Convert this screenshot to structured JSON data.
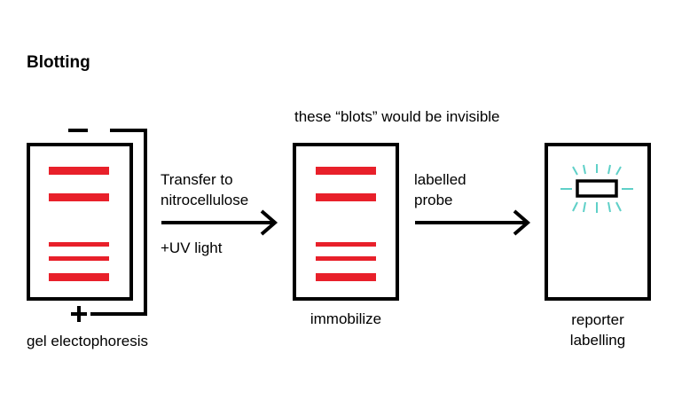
{
  "title": "Blotting",
  "note": "these “blots” would be invisible",
  "electrode_minus": "−",
  "electrode_plus": "+",
  "step1": {
    "label": "gel electophoresis"
  },
  "transfer": {
    "line1": "Transfer to",
    "line2": "nitrocellulose",
    "extra": "+UV light"
  },
  "step2": {
    "label": "immobilize"
  },
  "probe": {
    "line1": "labelled",
    "line2": "probe"
  },
  "step3": {
    "line1": "reporter",
    "line2": "labelling"
  },
  "colors": {
    "band": "#e8202a",
    "glow": "#5fd0c8",
    "stroke": "#000000"
  }
}
